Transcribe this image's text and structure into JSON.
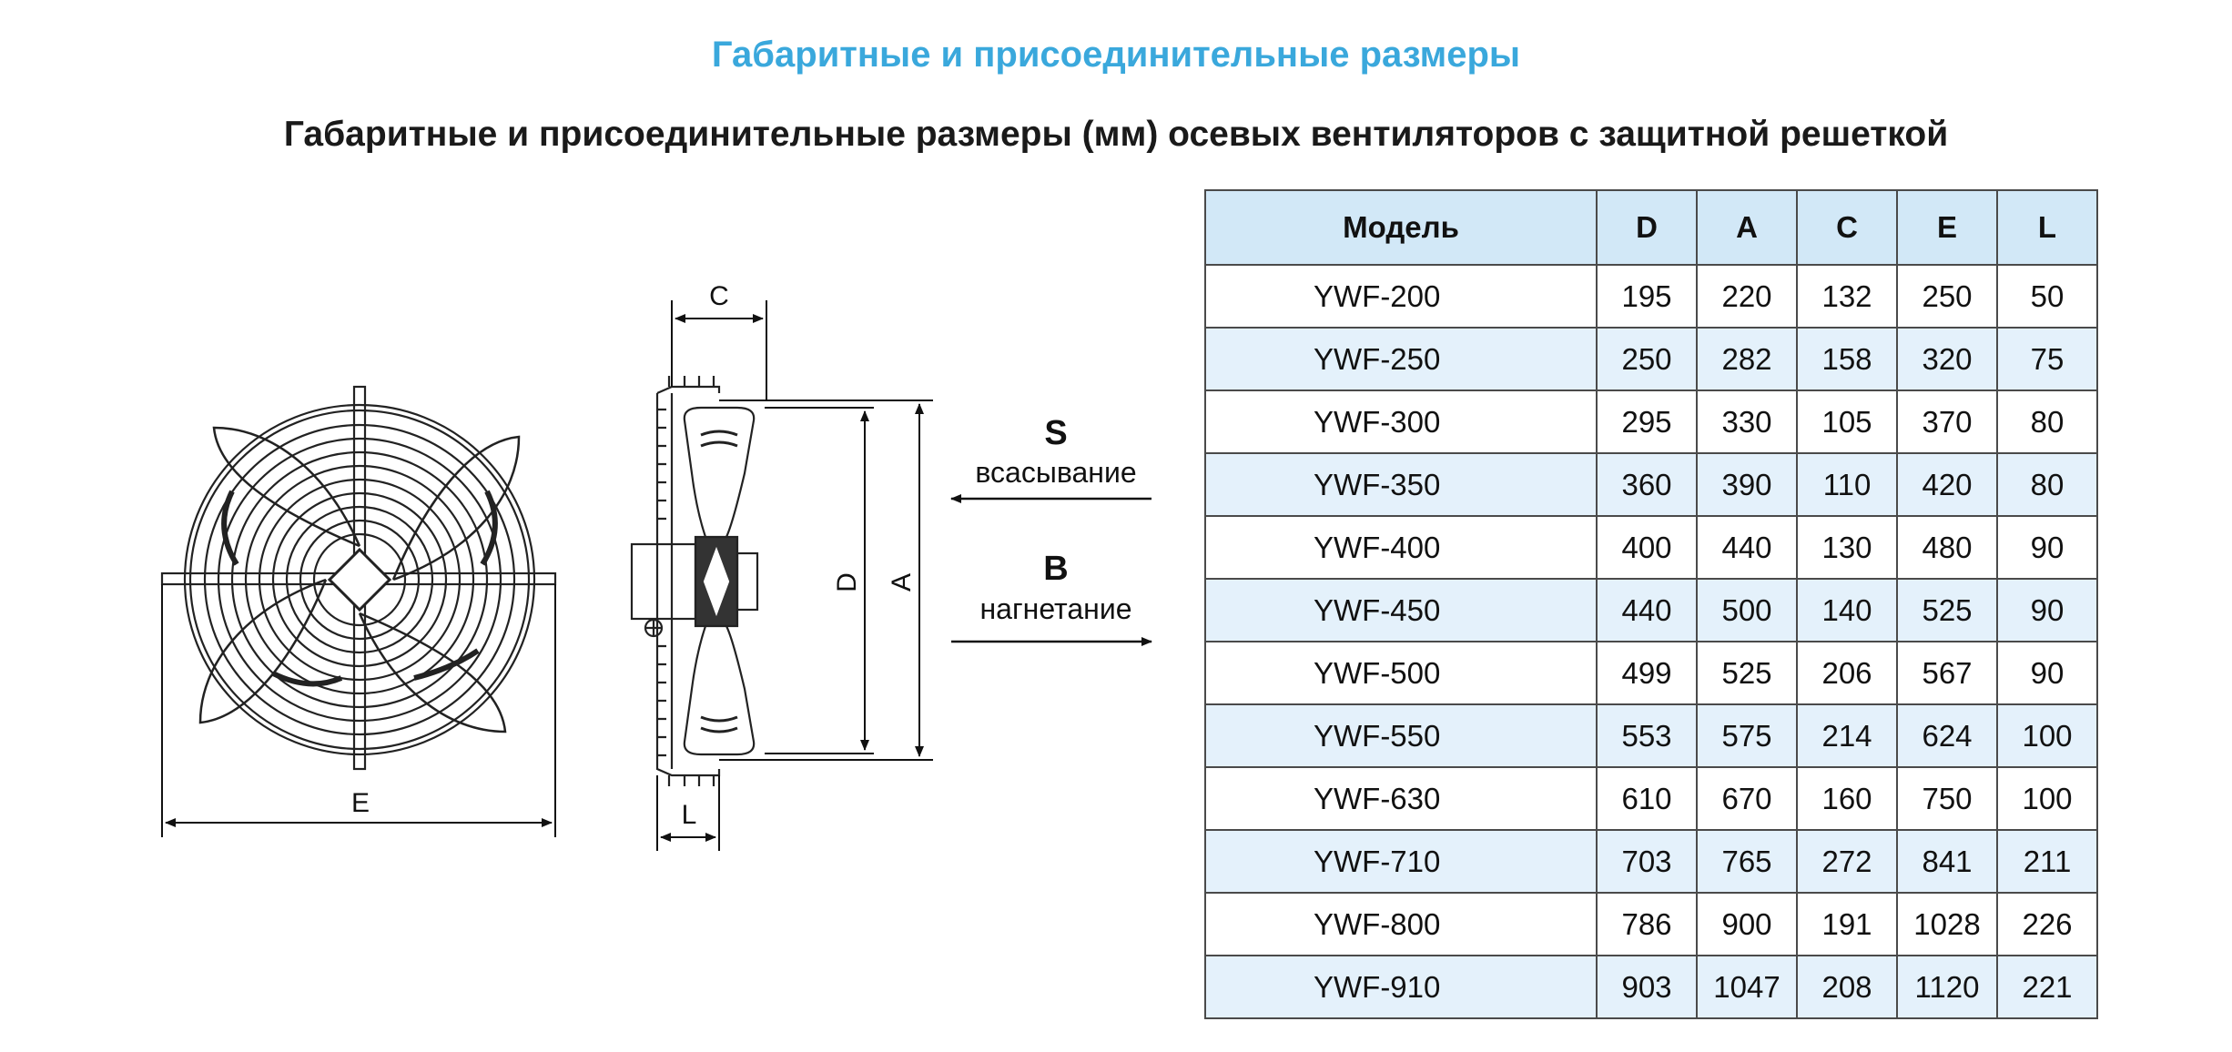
{
  "title": "Габаритные и присоединительные размеры",
  "subtitle": "Габаритные и присоединительные размеры (мм) осевых вентиляторов с защитной решеткой",
  "diagram": {
    "label_c": "C",
    "label_e": "E",
    "label_l": "L",
    "label_d": "D",
    "label_a": "A",
    "suction_letter": "S",
    "suction_text": "всасывание",
    "discharge_letter": "B",
    "discharge_text": "нагнетание"
  },
  "table": {
    "headers": [
      "Модель",
      "D",
      "A",
      "C",
      "E",
      "L"
    ],
    "rows": [
      [
        "YWF-200",
        "195",
        "220",
        "132",
        "250",
        "50"
      ],
      [
        "YWF-250",
        "250",
        "282",
        "158",
        "320",
        "75"
      ],
      [
        "YWF-300",
        "295",
        "330",
        "105",
        "370",
        "80"
      ],
      [
        "YWF-350",
        "360",
        "390",
        "110",
        "420",
        "80"
      ],
      [
        "YWF-400",
        "400",
        "440",
        "130",
        "480",
        "90"
      ],
      [
        "YWF-450",
        "440",
        "500",
        "140",
        "525",
        "90"
      ],
      [
        "YWF-500",
        "499",
        "525",
        "206",
        "567",
        "90"
      ],
      [
        "YWF-550",
        "553",
        "575",
        "214",
        "624",
        "100"
      ],
      [
        "YWF-630",
        "610",
        "670",
        "160",
        "750",
        "100"
      ],
      [
        "YWF-710",
        "703",
        "765",
        "272",
        "841",
        "211"
      ],
      [
        "YWF-800",
        "786",
        "900",
        "191",
        "1028",
        "226"
      ],
      [
        "YWF-910",
        "903",
        "1047",
        "208",
        "1120",
        "221"
      ]
    ]
  },
  "colors": {
    "title": "#3aa8dc",
    "header_bg": "#d2e8f7",
    "alt_row_bg": "#e4f1fb"
  }
}
